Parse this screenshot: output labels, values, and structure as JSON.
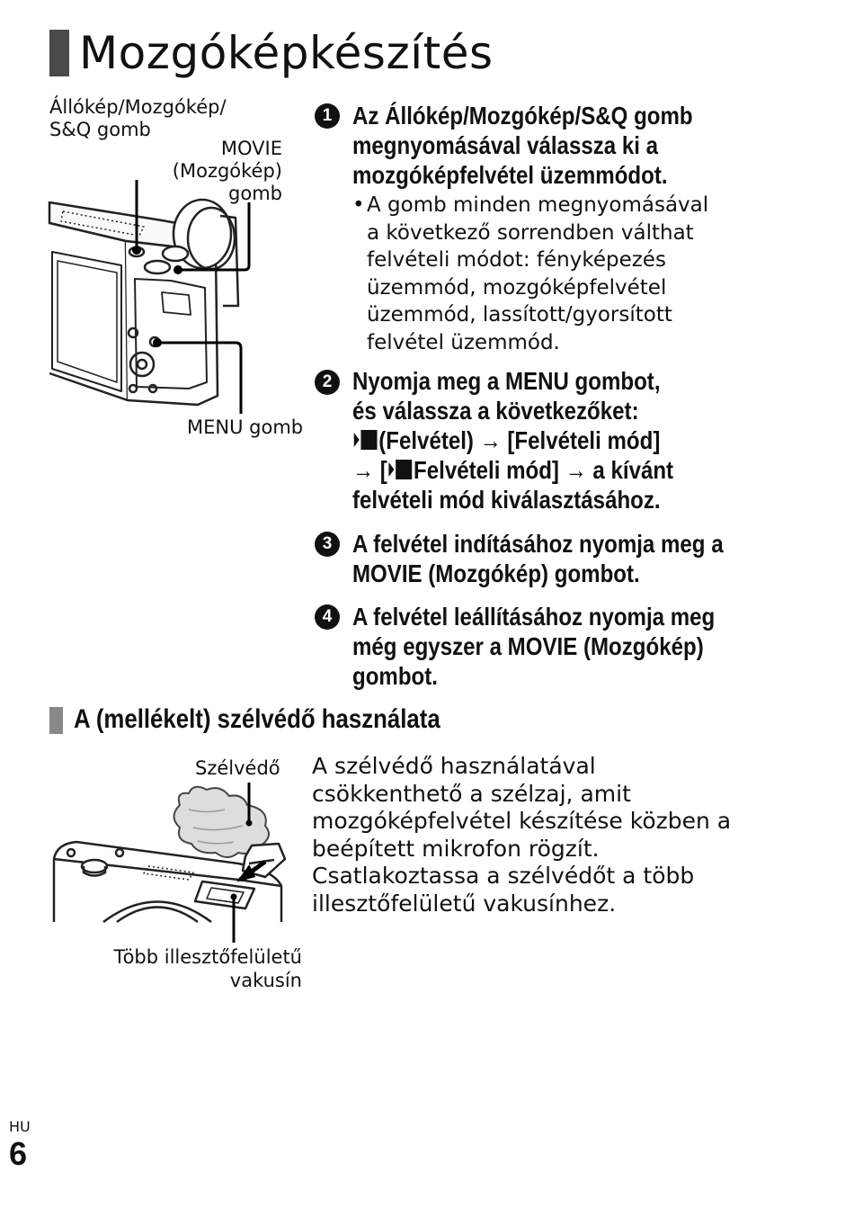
{
  "page_title": "Mozgóképkészítés",
  "camera_labels": {
    "mode_button_line1": "Állókép/Mozgókép/",
    "mode_button_line2": "S&Q gomb",
    "movie_line1": "MOVIE",
    "movie_line2": "(Mozgókép)",
    "movie_line3": "gomb",
    "menu_button": "MENU gomb"
  },
  "steps": [
    {
      "number": "1",
      "text": "Az Állókép/Mozgókép/S&Q gomb megnyomásával válassza ki a mozgóképfelvétel üzemmódot."
    },
    {
      "number": "2",
      "line1": "Nyomja meg a MENU gombot,",
      "line2": "és válassza a következőket:",
      "line3_text": "(Felvétel) → [Felvételi mód]",
      "line4_pre": "→ [",
      "line4_post": "Felvételi mód] → a kívánt",
      "line5": "felvételi mód kiválasztásához."
    },
    {
      "number": "3",
      "text": "A felvétel indításához nyomja meg a MOVIE (Mozgókép) gombot."
    },
    {
      "number": "4",
      "text": "A felvétel leállításához nyomja meg még egyszer a MOVIE (Mozgókép) gombot."
    }
  ],
  "bullet": {
    "marker": "•",
    "text": "A gomb minden megnyomásával a következő sorrendben válthat felvételi módot: fényképezés üzemmód, mozgóképfelvétel üzemmód, lassított/gyorsított felvétel üzemmód."
  },
  "windscreen_section": {
    "title": "A (mellékelt) szélvédő használata",
    "label_windscreen": "Szélvédő",
    "label_shoe_line1": "Több illesztőfelületű",
    "label_shoe_line2": "vakusín",
    "paragraph": "A szélvédő használatával csökkenthető a szélzaj, amit mozgóképfelvétel készítése közben a beépített mikrofon rögzít. Csatlakoztassa a szélvédőt a több illesztőfelületű vakusínhez."
  },
  "footer": {
    "language": "HU",
    "page_number": "6"
  }
}
